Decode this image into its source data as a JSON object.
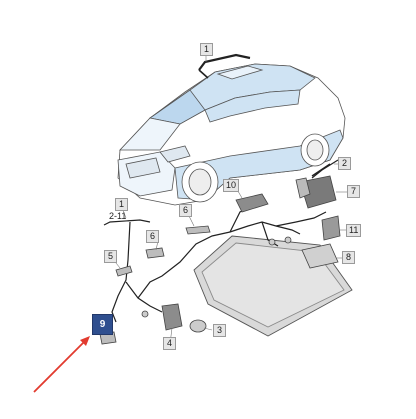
{
  "callouts": {
    "c1_top": "1",
    "c1_left": "1",
    "c2": "2",
    "c3": "3",
    "c4": "4",
    "c5": "5",
    "c6_left": "6",
    "c6_mid": "6",
    "c7": "7",
    "c8": "8",
    "c9": "9",
    "c10": "10",
    "c11": "11",
    "range_2_11": "2-11"
  },
  "colors": {
    "highlight_box": "#2f4f8f",
    "arrow": "#e23b2f",
    "car_blue": "#cfe3f3",
    "line_art": "#555555"
  }
}
